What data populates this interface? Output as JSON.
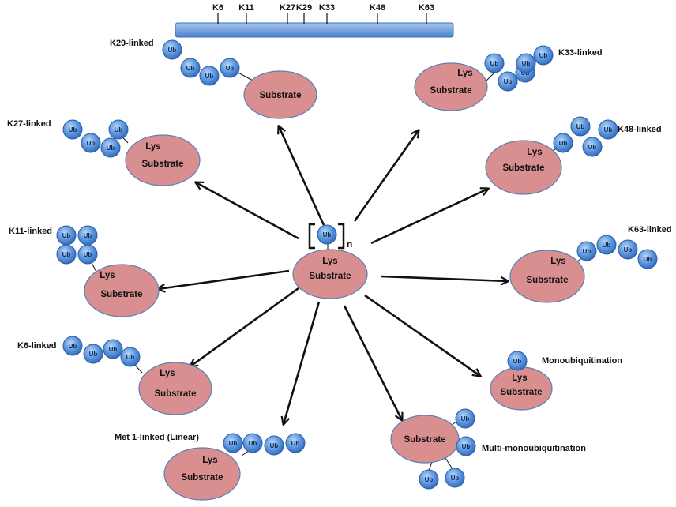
{
  "ub_label": "Ub",
  "lys_label": "Lys",
  "substrate_label": "Substrate",
  "repeat_label": "n",
  "lysine_bar": {
    "ticks": [
      "K6",
      "K11",
      "K27",
      "K29",
      "K33",
      "K48",
      "K63"
    ]
  },
  "linkages": [
    {
      "id": "k29",
      "label": "K29-linked"
    },
    {
      "id": "k33",
      "label": "K33-linked"
    },
    {
      "id": "k27",
      "label": "K27-linked"
    },
    {
      "id": "k48",
      "label": "K48-linked"
    },
    {
      "id": "k11",
      "label": "K11-linked"
    },
    {
      "id": "k63",
      "label": "K63-linked"
    },
    {
      "id": "k6",
      "label": "K6-linked"
    },
    {
      "id": "mono",
      "label": "Monoubiquitination"
    },
    {
      "id": "multi",
      "label": "Multi-monoubiquitination"
    },
    {
      "id": "met1",
      "label": "Met 1-linked (Linear)"
    }
  ],
  "colors": {
    "substrate_fill": "#d98f8f",
    "substrate_stroke": "#5b7fb5",
    "ub_fill": "#5b95dd",
    "ub_stroke": "#2a5ea8",
    "bar_fill": "#6f9fdc"
  }
}
